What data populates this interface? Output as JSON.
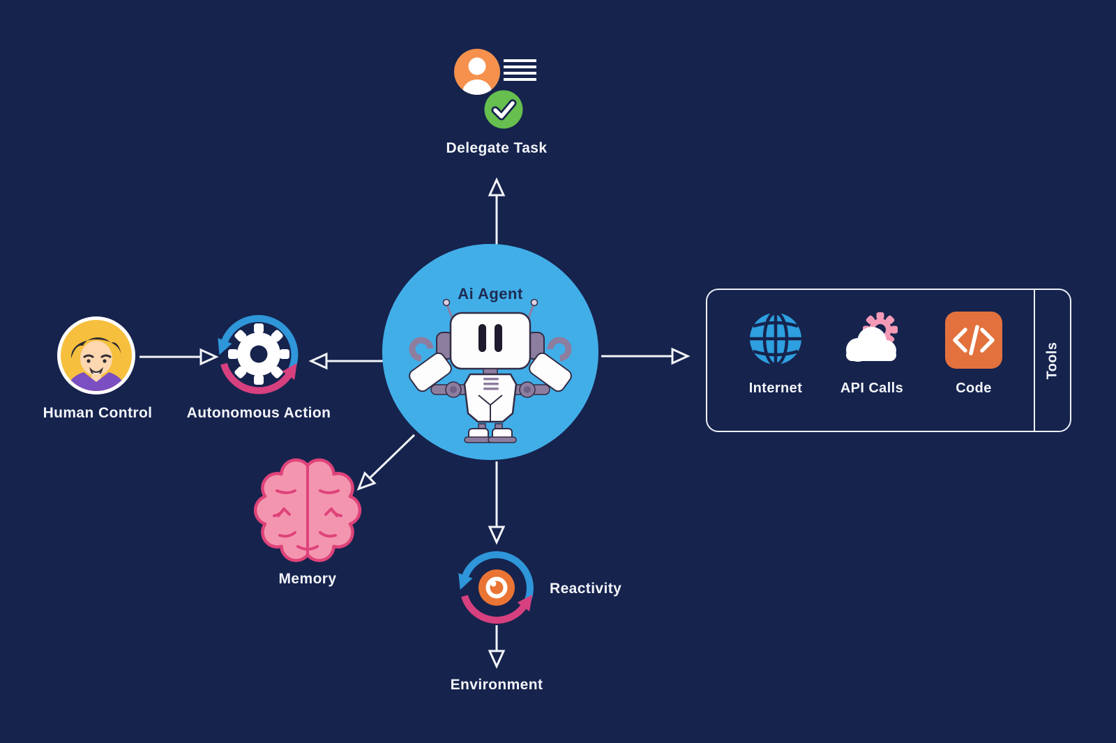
{
  "agent": {
    "label": "Ai Agent",
    "icon": "robot-icon"
  },
  "nodes": {
    "delegate_task": {
      "label": "Delegate Task",
      "icons": [
        "user-avatar-icon",
        "task-lines-icon",
        "check-icon"
      ]
    },
    "human_control": {
      "label": "Human Control",
      "icon": "human-avatar-icon"
    },
    "autonomous_action": {
      "label": "Autonomous Action",
      "icon": "gear-cycle-icon"
    },
    "memory": {
      "label": "Memory",
      "icon": "brain-icon"
    },
    "reactivity": {
      "label": "Reactivity",
      "icon": "eye-cycle-icon"
    },
    "environment": {
      "label": "Environment"
    }
  },
  "tools_panel": {
    "label": "Tools",
    "items": [
      {
        "label": "Internet",
        "icon": "globe-icon"
      },
      {
        "label": "API Calls",
        "icon": "cloud-gear-icon"
      },
      {
        "label": "Code",
        "icon": "code-icon"
      }
    ]
  },
  "colors": {
    "background": "#16234d",
    "agent_circle_blue": "#41aee8",
    "arrow_white": "#f2f4f8",
    "cycle_blue": "#2e96d9",
    "cycle_pink": "#d6407e",
    "delegate_orange": "#f5914d",
    "check_green": "#66bf4e",
    "avatar_yellow": "#f6c03e",
    "shirt_purple": "#7b4ec2",
    "brain_fill_pink": "#f495b0",
    "brain_outline_pink": "#de4379",
    "globe_blue": "#2e9fdf",
    "api_gear_pink": "#f49ab6",
    "code_orange": "#e2713d",
    "eye_orange": "#ea7434",
    "robot_accent_purple": "#8d7d9e"
  }
}
